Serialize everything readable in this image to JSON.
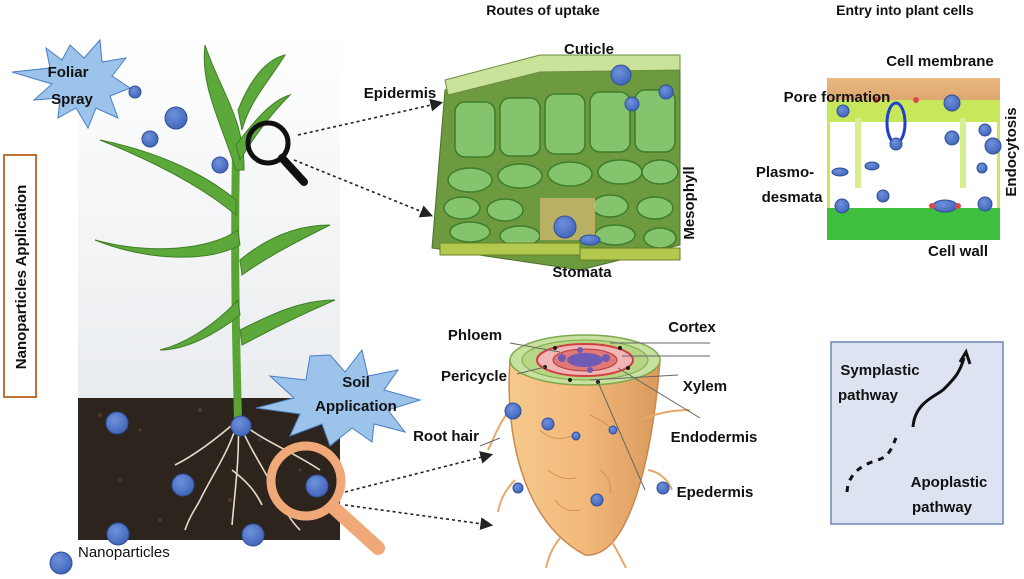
{
  "titles": {
    "routes": "Routes of uptake",
    "entry": "Entry into plant cells"
  },
  "side_label": "Nanoparticles Application",
  "foliar": {
    "line1": "Foliar",
    "line2": "Spray"
  },
  "soil": {
    "line1": "Soil",
    "line2": "Application"
  },
  "legend_nanoparticles": "Nanoparticles",
  "leaf": {
    "cuticle": "Cuticle",
    "epidermis": "Epidermis",
    "mesophyll": "Mesophyll",
    "stomata": "Stomata"
  },
  "cell": {
    "membrane": "Cell membrane",
    "pore": "Pore formation",
    "plasmo1": "Plasmo-",
    "plasmo2": "desmata",
    "endocytosis": "Endocytosis",
    "wall": "Cell wall"
  },
  "root": {
    "phloem": "Phloem",
    "cortex": "Cortex",
    "pericycle": "Pericycle",
    "xylem": "Xylem",
    "root_hair": "Root hair",
    "endodermis": "Endodermis",
    "epedermis": "Epedermis"
  },
  "pathway": {
    "symplastic1": "Symplastic",
    "symplastic2": "pathway",
    "apoplastic1": "Apoplastic",
    "apoplastic2": "pathway"
  },
  "colors": {
    "nanoparticle": "#4a70c8",
    "nanoparticle_edge": "#c2473a",
    "starburst": "#9cc3ea",
    "soil": "#2d241e",
    "leaf_green": "#5da83a",
    "side_border": "#c0713a",
    "pathway_box": "#dde3f1"
  }
}
